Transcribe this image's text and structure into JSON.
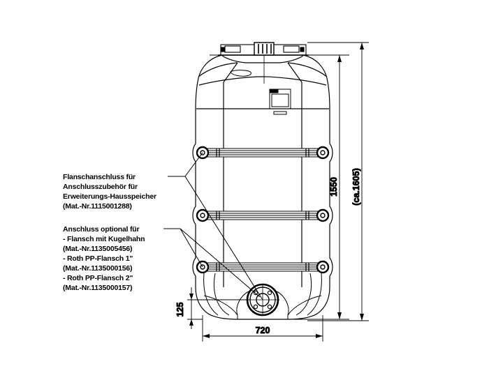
{
  "drawing": {
    "title": "Hauswasserspeicher Tank Technical Drawing",
    "background_color": "#ffffff",
    "line_color": "#000000"
  },
  "annotations": [
    {
      "id": "flange-connection",
      "lines": [
        "Flanschanschluss für",
        "Anschlusszubehör für",
        "Erweiterungs-Hausspeicher",
        "(Mat.-Nr.1115001288)"
      ]
    },
    {
      "id": "optional-connection",
      "lines": [
        "Anschluss optional für",
        "- Flansch mit Kugelhahn",
        "  (Mat.-Nr.1135005456)",
        "- Roth PP-Flansch 1\"",
        "  (Mat.-Nr.1135000156)",
        "- Roth PP-Flansch 2\"",
        "  (Mat.-Nr.1135000157)"
      ]
    }
  ],
  "dimensions": {
    "height_inner": "1550",
    "height_outer": "(ca.1605)",
    "width_bottom": "720",
    "offset_bottom": "125"
  }
}
